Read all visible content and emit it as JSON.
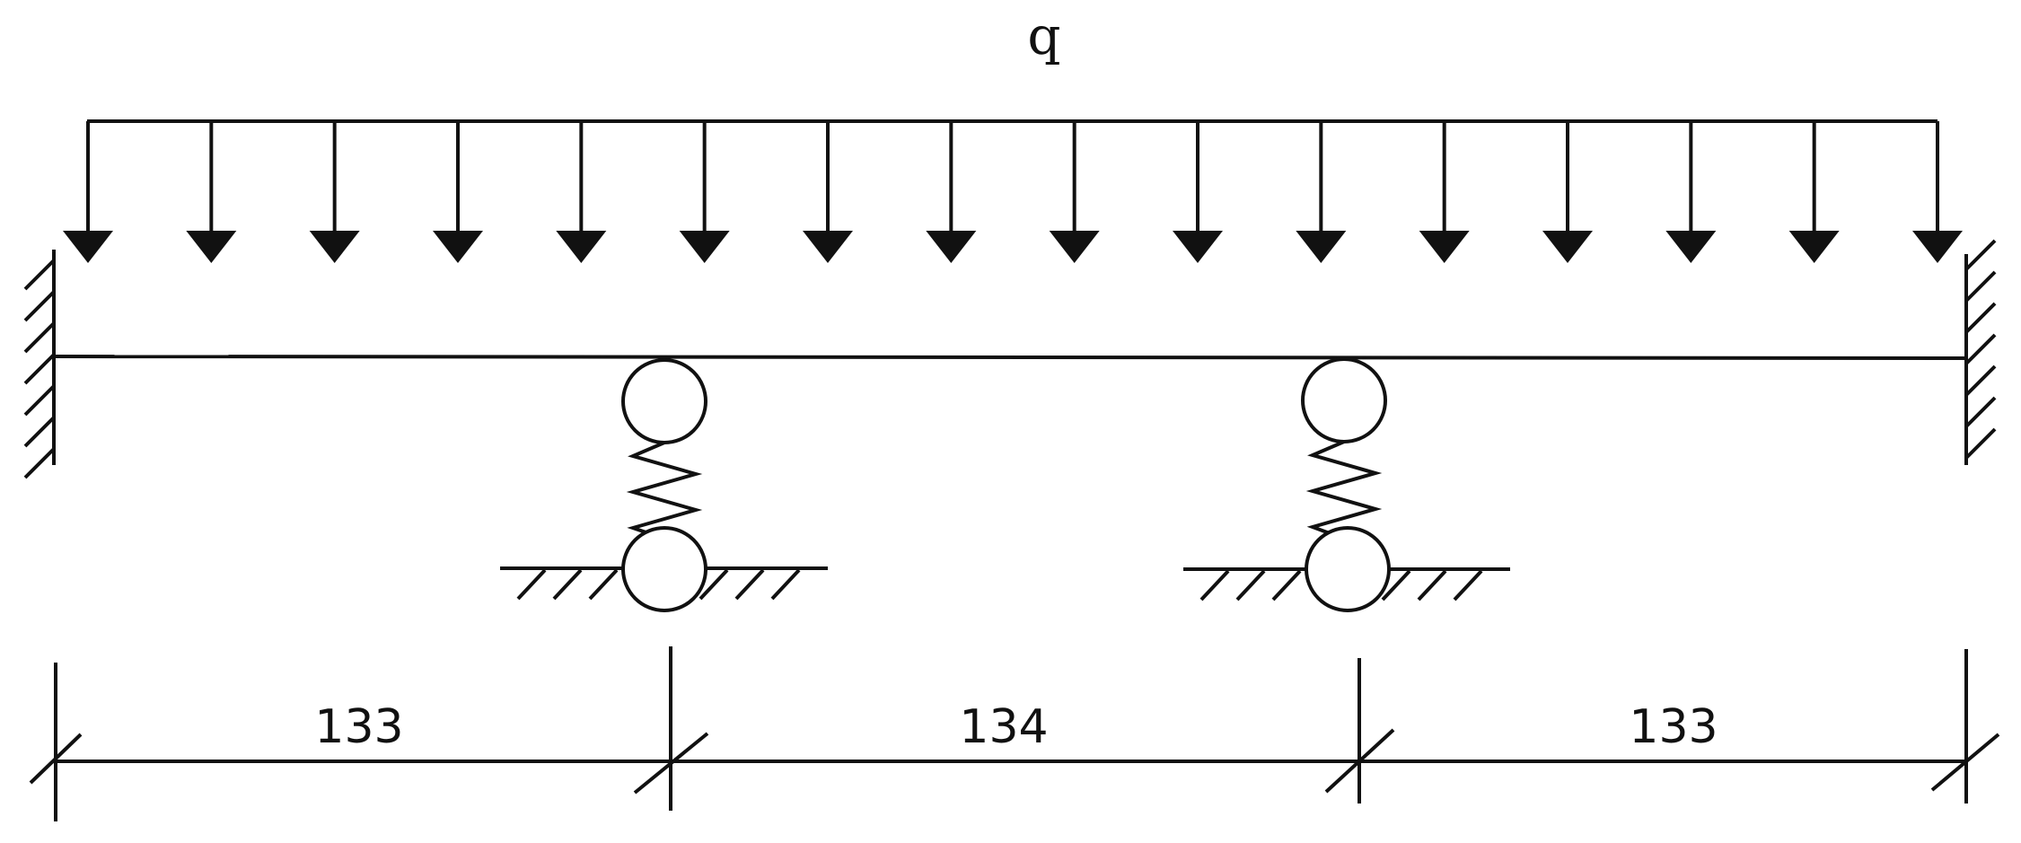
{
  "load": {
    "label": "q",
    "arrow_count": 16
  },
  "supports": {
    "left": "fixed",
    "right": "fixed",
    "intermediate_count": 2,
    "intermediate_type": "spring"
  },
  "dimensions": {
    "spans": [
      "133",
      "134",
      "133"
    ]
  },
  "colors": {
    "line": "#111111",
    "background": "#ffffff"
  }
}
